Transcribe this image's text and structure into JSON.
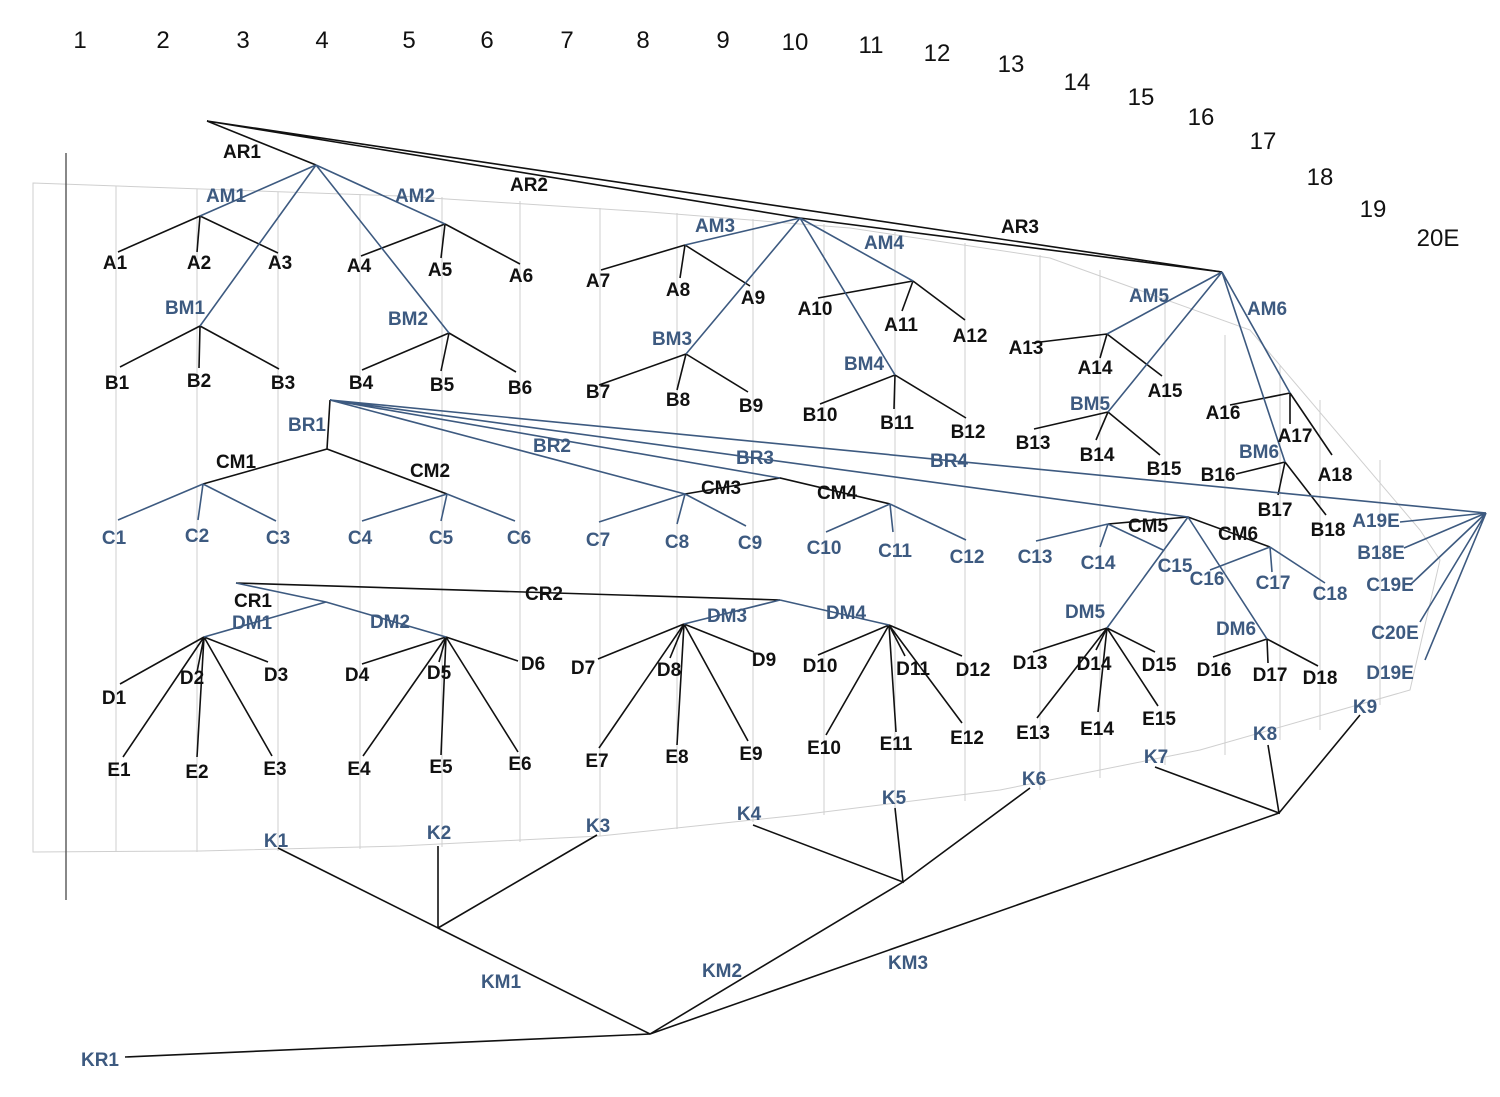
{
  "columns": [
    "1",
    "2",
    "3",
    "4",
    "5",
    "6",
    "7",
    "8",
    "9",
    "10",
    "11",
    "12",
    "13",
    "14",
    "15",
    "16",
    "17",
    "18",
    "19",
    "20E"
  ],
  "colors": {
    "black": "#111111",
    "blue": "#3d5a80",
    "grid": "#cfcfcf"
  },
  "labels": {
    "AR1": "AR1",
    "AR2": "AR2",
    "AR3": "AR3",
    "AM1": "AM1",
    "AM2": "AM2",
    "AM3": "AM3",
    "AM4": "AM4",
    "AM5": "AM5",
    "AM6": "AM6",
    "A1": "A1",
    "A2": "A2",
    "A3": "A3",
    "A4": "A4",
    "A5": "A5",
    "A6": "A6",
    "A7": "A7",
    "A8": "A8",
    "A9": "A9",
    "A10": "A10",
    "A11": "A11",
    "A12": "A12",
    "A13": "A13",
    "A14": "A14",
    "A15": "A15",
    "A16": "A16",
    "A17": "A17",
    "A18": "A18",
    "BM1": "BM1",
    "BM2": "BM2",
    "BM3": "BM3",
    "BM4": "BM4",
    "BM5": "BM5",
    "BM6": "BM6",
    "B1": "B1",
    "B2": "B2",
    "B3": "B3",
    "B4": "B4",
    "B5": "B5",
    "B6": "B6",
    "B7": "B7",
    "B8": "B8",
    "B9": "B9",
    "B10": "B10",
    "B11": "B11",
    "B12": "B12",
    "B13": "B13",
    "B14": "B14",
    "B15": "B15",
    "B16": "B16",
    "B17": "B17",
    "B18": "B18",
    "BR1": "BR1",
    "BR2": "BR2",
    "BR3": "BR3",
    "BR4": "BR4",
    "CM1": "CM1",
    "CM2": "CM2",
    "CM3": "CM3",
    "CM4": "CM4",
    "CM5": "CM5",
    "CM6": "CM6",
    "C1": "C1",
    "C2": "C2",
    "C3": "C3",
    "C4": "C4",
    "C5": "C5",
    "C6": "C6",
    "C7": "C7",
    "C8": "C8",
    "C9": "C9",
    "C10": "C10",
    "C11": "C11",
    "C12": "C12",
    "C13": "C13",
    "C14": "C14",
    "C15": "C15",
    "C16": "C16",
    "C17": "C17",
    "C18": "C18",
    "A19E": "A19E",
    "B18E": "B18E",
    "C19E": "C19E",
    "C20E": "C20E",
    "D19E": "D19E",
    "CR1": "CR1",
    "CR2": "CR2",
    "DM1": "DM1",
    "DM2": "DM2",
    "DM3": "DM3",
    "DM4": "DM4",
    "DM5": "DM5",
    "DM6": "DM6",
    "D1": "D1",
    "D2": "D2",
    "D3": "D3",
    "D4": "D4",
    "D5": "D5",
    "D6": "D6",
    "D7": "D7",
    "D8": "D8",
    "D9": "D9",
    "D10": "D10",
    "D11": "D11",
    "D12": "D12",
    "D13": "D13",
    "D14": "D14",
    "D15": "D15",
    "D16": "D16",
    "D17": "D17",
    "D18": "D18",
    "E1": "E1",
    "E2": "E2",
    "E3": "E3",
    "E4": "E4",
    "E5": "E5",
    "E6": "E6",
    "E7": "E7",
    "E8": "E8",
    "E9": "E9",
    "E10": "E10",
    "E11": "E11",
    "E12": "E12",
    "E13": "E13",
    "E14": "E14",
    "E15": "E15",
    "K1": "K1",
    "K2": "K2",
    "K3": "K3",
    "K4": "K4",
    "K5": "K5",
    "K6": "K6",
    "K7": "K7",
    "K8": "K8",
    "K9": "K9",
    "KM1": "KM1",
    "KM2": "KM2",
    "KM3": "KM3",
    "KR1": "KR1"
  }
}
